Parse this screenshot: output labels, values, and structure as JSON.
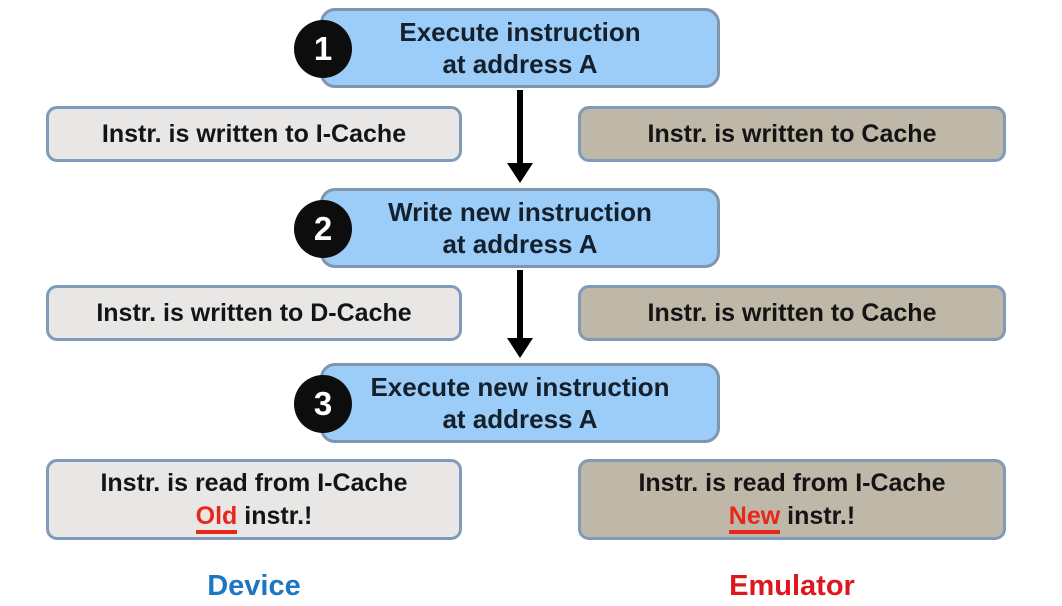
{
  "steps": [
    {
      "number": "1",
      "title_line1": "Execute instruction",
      "title_line2": "at address A",
      "device_note": "Instr. is written to I-Cache",
      "emulator_note": "Instr. is written to Cache"
    },
    {
      "number": "2",
      "title_line1": "Write new instruction",
      "title_line2": "at address A",
      "device_note": "Instr. is written to D-Cache",
      "emulator_note": "Instr. is written to Cache"
    },
    {
      "number": "3",
      "title_line1": "Execute new instruction",
      "title_line2": "at address A",
      "device_result": {
        "line1": "Instr. is read from I-Cache",
        "highlight": "Old",
        "rest": " instr.!"
      },
      "emulator_result": {
        "line1": "Instr. is read from I-Cache",
        "highlight": "New",
        "rest": " instr.!"
      }
    }
  ],
  "footer": {
    "device_label": "Device",
    "emulator_label": "Emulator"
  },
  "colors": {
    "step_box_fill": "#9cccf8",
    "step_box_border": "#7f96ad",
    "device_box_fill": "#e8e7e5",
    "emulator_box_fill": "#bfb7a8",
    "side_box_border": "#7e9cba",
    "badge_fill": "#0d0d0d",
    "badge_text": "#ffffff",
    "step_title_text": "#14202c",
    "device_label_color": "#1c77c3",
    "emulator_label_color": "#e0161f",
    "highlight_color": "#e8271b",
    "arrow_color": "#000000"
  }
}
